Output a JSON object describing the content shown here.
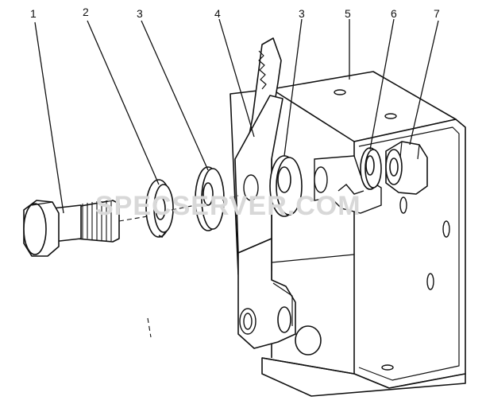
{
  "diagram": {
    "callouts": [
      {
        "id": "c1",
        "label": "1"
      },
      {
        "id": "c2",
        "label": "2"
      },
      {
        "id": "c3a",
        "label": "3"
      },
      {
        "id": "c4",
        "label": "4"
      },
      {
        "id": "c3b",
        "label": "3"
      },
      {
        "id": "c5",
        "label": "5"
      },
      {
        "id": "c6",
        "label": "6"
      },
      {
        "id": "c7",
        "label": "7"
      }
    ],
    "watermark": "SPECSERVER.COM"
  }
}
